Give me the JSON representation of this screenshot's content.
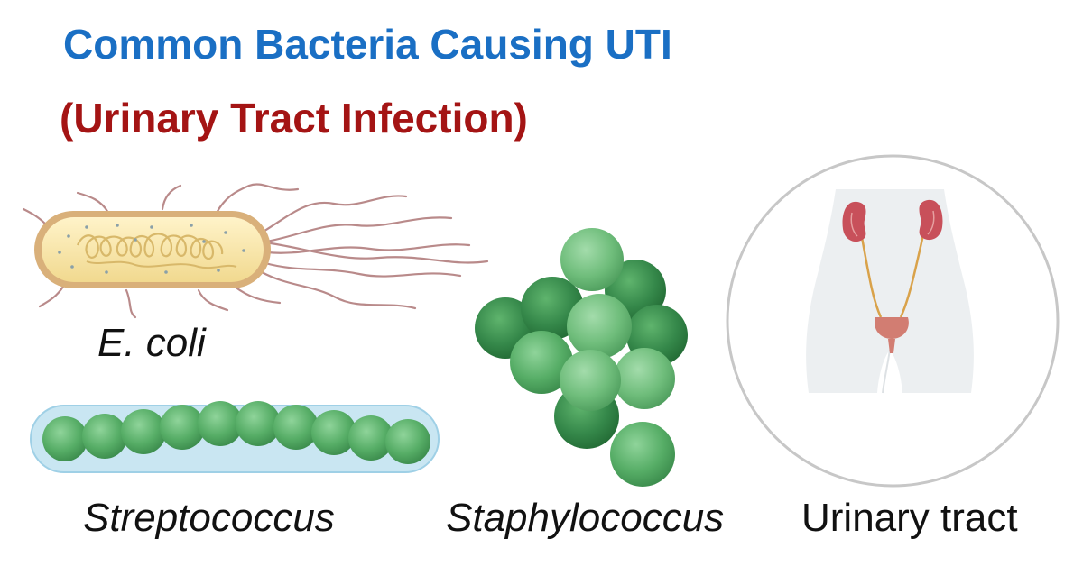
{
  "title": "Common Bacteria Causing UTI",
  "subtitle": "(Urinary Tract Infection)",
  "labels": {
    "ecoli": "E. coli",
    "streptococcus": "Streptococcus",
    "staphylococcus": "Staphylococcus",
    "urinary_tract": "Urinary tract"
  },
  "colors": {
    "title": "#1a6fc4",
    "subtitle": "#a41414",
    "cocci_green": "#3f9a55",
    "cocci_dark": "#2c7a3f",
    "ecoli_body": "#f6e2a6",
    "ecoli_outline": "#c8a060",
    "kidney": "#c8505a"
  }
}
